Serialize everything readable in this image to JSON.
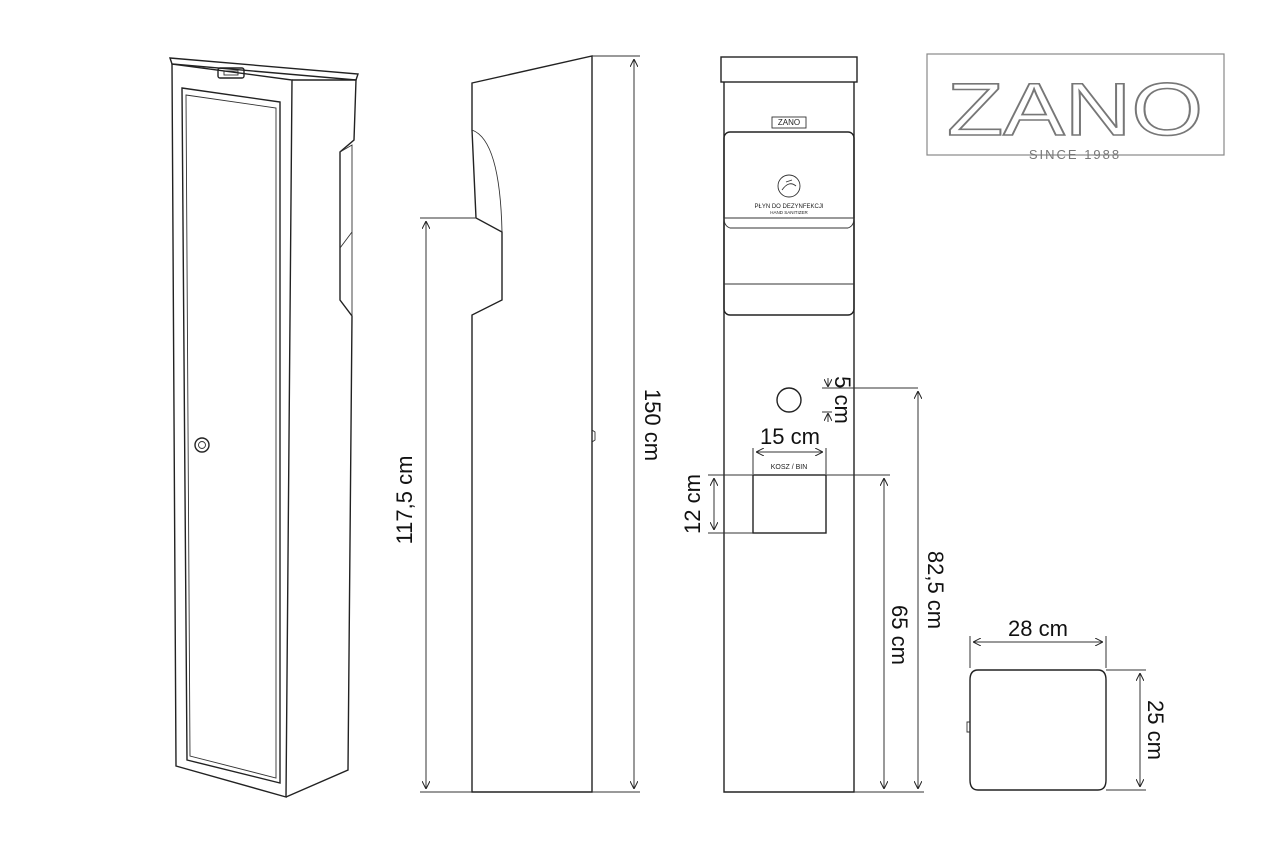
{
  "logo": {
    "brand": "ZANO",
    "tagline": "SINCE 1988"
  },
  "dimensions": {
    "side_height_total": "150 cm",
    "side_height_dispenser": "117,5 cm",
    "hole_diameter": "5 cm",
    "bin_width": "15 cm",
    "bin_height": "12 cm",
    "bin_floor_height": "65 cm",
    "hole_floor_height": "82,5 cm",
    "footprint_width": "28 cm",
    "footprint_depth": "25 cm"
  },
  "labels": {
    "front_logo": "ZANO",
    "dispenser_text": "PŁYN DO DEZYNFEKCJI",
    "dispenser_subtext": "HAND SANITIZER",
    "bin_label": "KOSZ / BIN"
  }
}
